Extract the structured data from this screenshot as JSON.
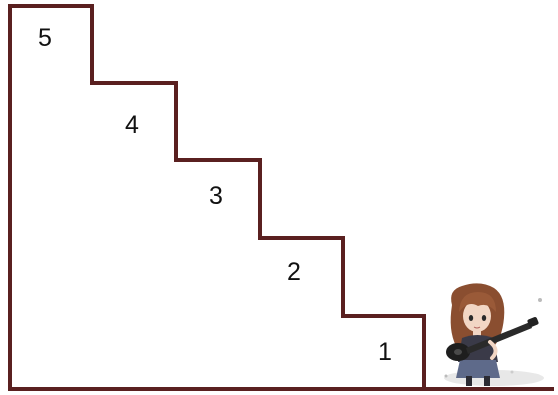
{
  "diagram": {
    "steps": [
      {
        "number": "1"
      },
      {
        "number": "2"
      },
      {
        "number": "3"
      },
      {
        "number": "4"
      },
      {
        "number": "5"
      }
    ],
    "colors": {
      "outline": "#5a2020",
      "text": "#111111",
      "background": "#ffffff"
    },
    "character": {
      "icon": "girl-with-guitar-icon",
      "hair_color": "#8a4e30",
      "outfit_color": "#3a3a48"
    }
  }
}
